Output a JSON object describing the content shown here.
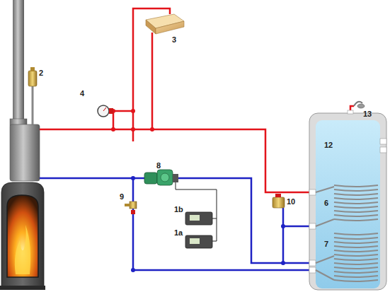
{
  "diagram": {
    "labels": [
      "3",
      "2",
      "4",
      "13",
      "12",
      "8",
      "9",
      "10",
      "6",
      "1b",
      "1a",
      "7"
    ]
  }
}
